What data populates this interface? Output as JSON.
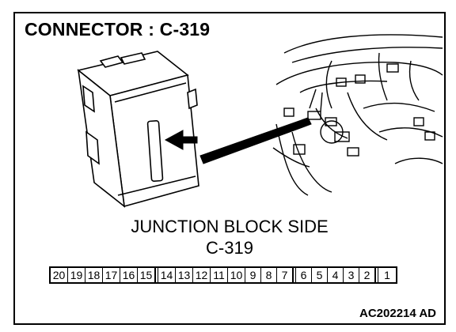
{
  "header": {
    "title": "CONNECTOR : C-319"
  },
  "caption": {
    "line1": "JUNCTION BLOCK SIDE",
    "line2": "C-319"
  },
  "connector": {
    "pins": [
      "20",
      "19",
      "18",
      "17",
      "16",
      "15",
      "14",
      "13",
      "12",
      "11",
      "10",
      "9",
      "8",
      "7",
      "6",
      "5",
      "4",
      "3",
      "2",
      "1"
    ]
  },
  "figure_code": "AC202214 AD"
}
